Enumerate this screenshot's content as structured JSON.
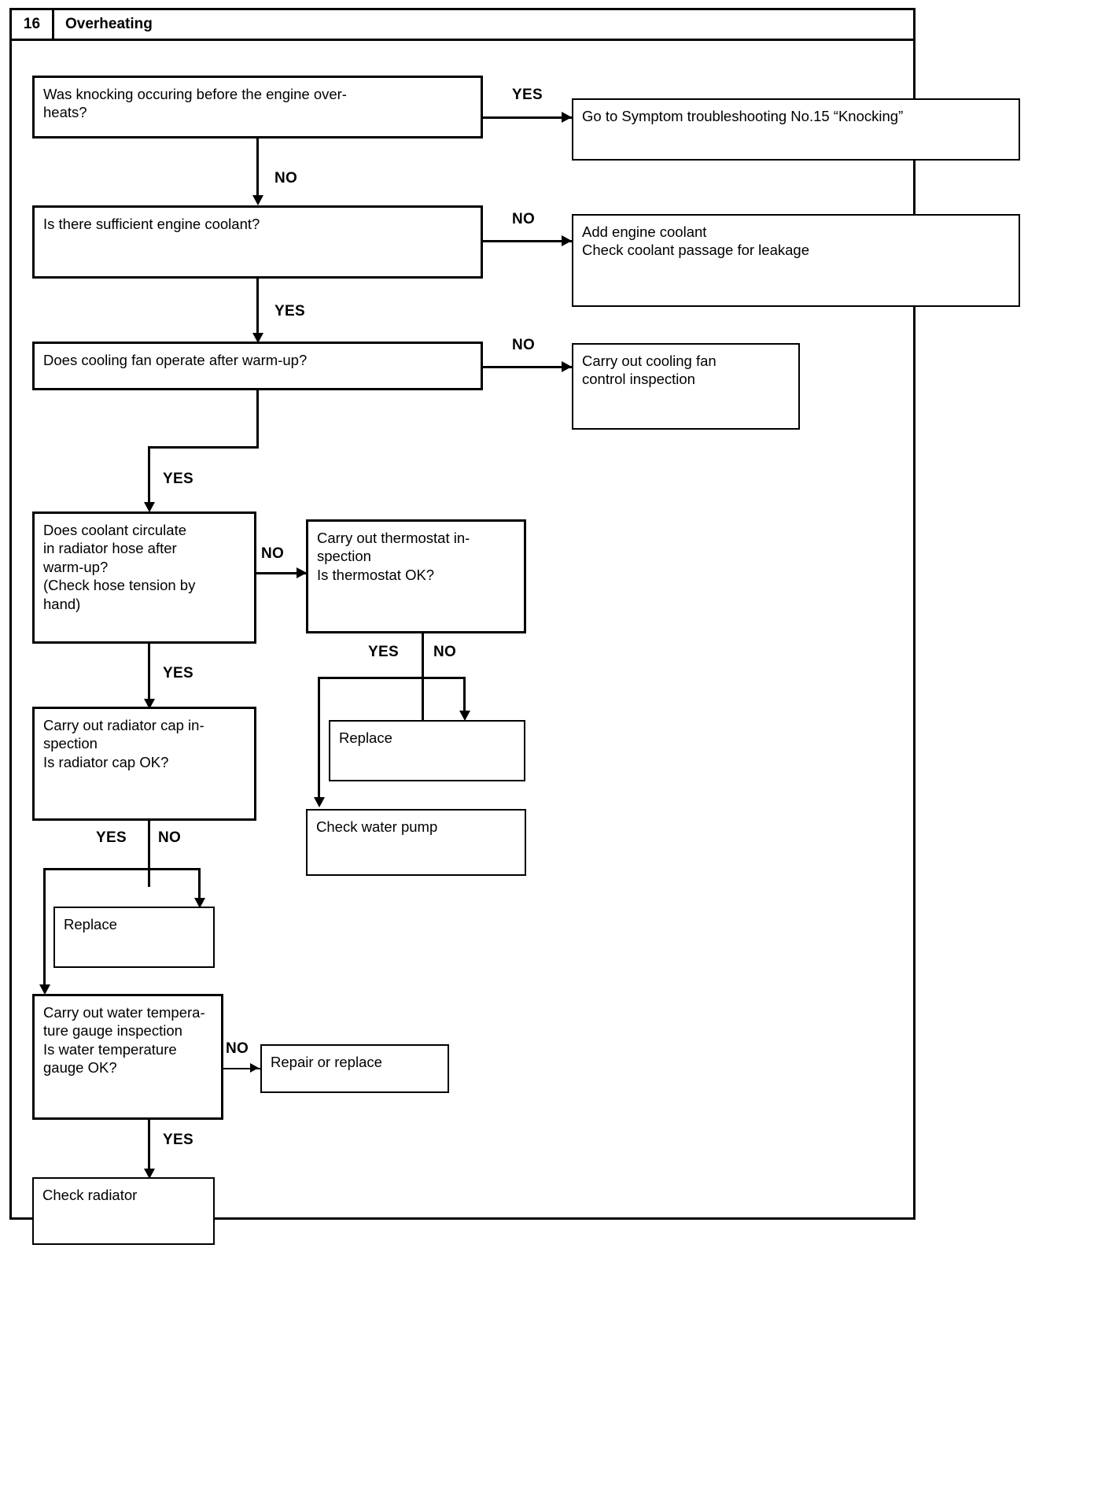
{
  "header": {
    "number": "16",
    "title": "Overheating"
  },
  "nodes": {
    "q_knocking": "Was knocking occuring before the engine over-\nheats?",
    "a_knocking": "Go to Symptom troubleshooting No.15 “Knocking”",
    "q_coolant": "Is there sufficient engine coolant?",
    "a_coolant": "Add engine coolant\nCheck coolant passage for leakage",
    "q_fan": "Does cooling fan operate after warm-up?",
    "a_fan": "Carry  out  cooling  fan\ncontrol inspection",
    "q_circulate": "Does coolant circulate\nin radiator hose after\nwarm-up?\n(Check hose tension by\nhand)",
    "q_thermostat": "Carry out thermostat in-\nspection\nIs thermostat OK?",
    "a_replace_thermostat": "Replace",
    "a_water_pump": "Check water pump",
    "q_radiator_cap": "Carry out radiator cap in-\nspection\nIs radiator cap OK?",
    "a_replace_cap": "Replace",
    "q_temp_gauge": "Carry out water tempera-\nture gauge inspection\nIs water temperature\ngauge OK?",
    "a_repair_gauge": "Repair or replace",
    "a_check_radiator": "Check radiator"
  },
  "labels": {
    "knocking_yes": "YES",
    "knocking_no": "NO",
    "coolant_no": "NO",
    "coolant_yes": "YES",
    "fan_no": "NO",
    "fan_yes": "YES",
    "circulate_no": "NO",
    "circulate_yes": "YES",
    "thermostat_yes": "YES",
    "thermostat_no": "NO",
    "cap_yes": "YES",
    "cap_no": "NO",
    "gauge_no": "NO",
    "gauge_yes": "YES"
  },
  "colors": {
    "ink": "#000000",
    "paper": "#ffffff"
  }
}
